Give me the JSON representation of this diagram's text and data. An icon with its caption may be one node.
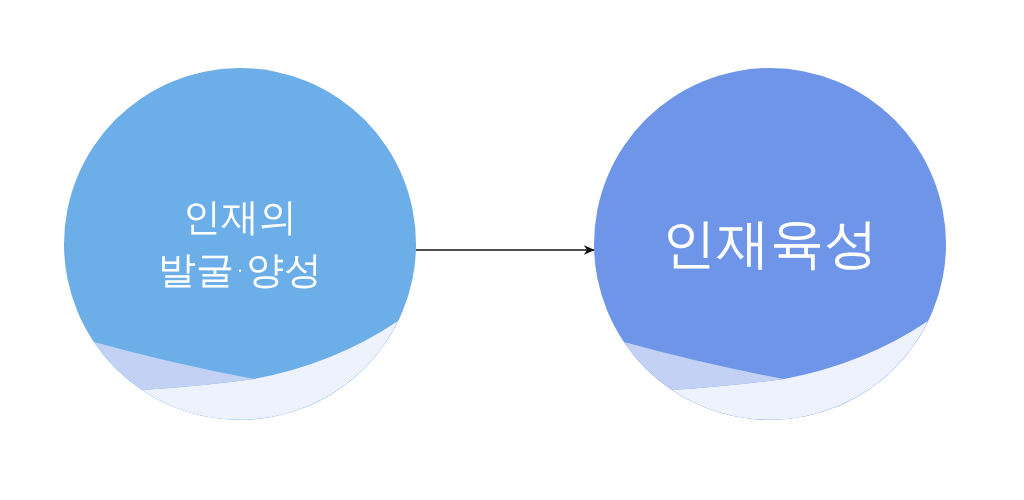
{
  "diagram": {
    "nodes": [
      {
        "text": [
          "인재의 발굴·양성"
        ]
      },
      {
        "text": [
          "인재육성"
        ]
      }
    ],
    "edges": [
      {
        "from": 0,
        "to": 1,
        "arrow": "to"
      }
    ]
  }
}
